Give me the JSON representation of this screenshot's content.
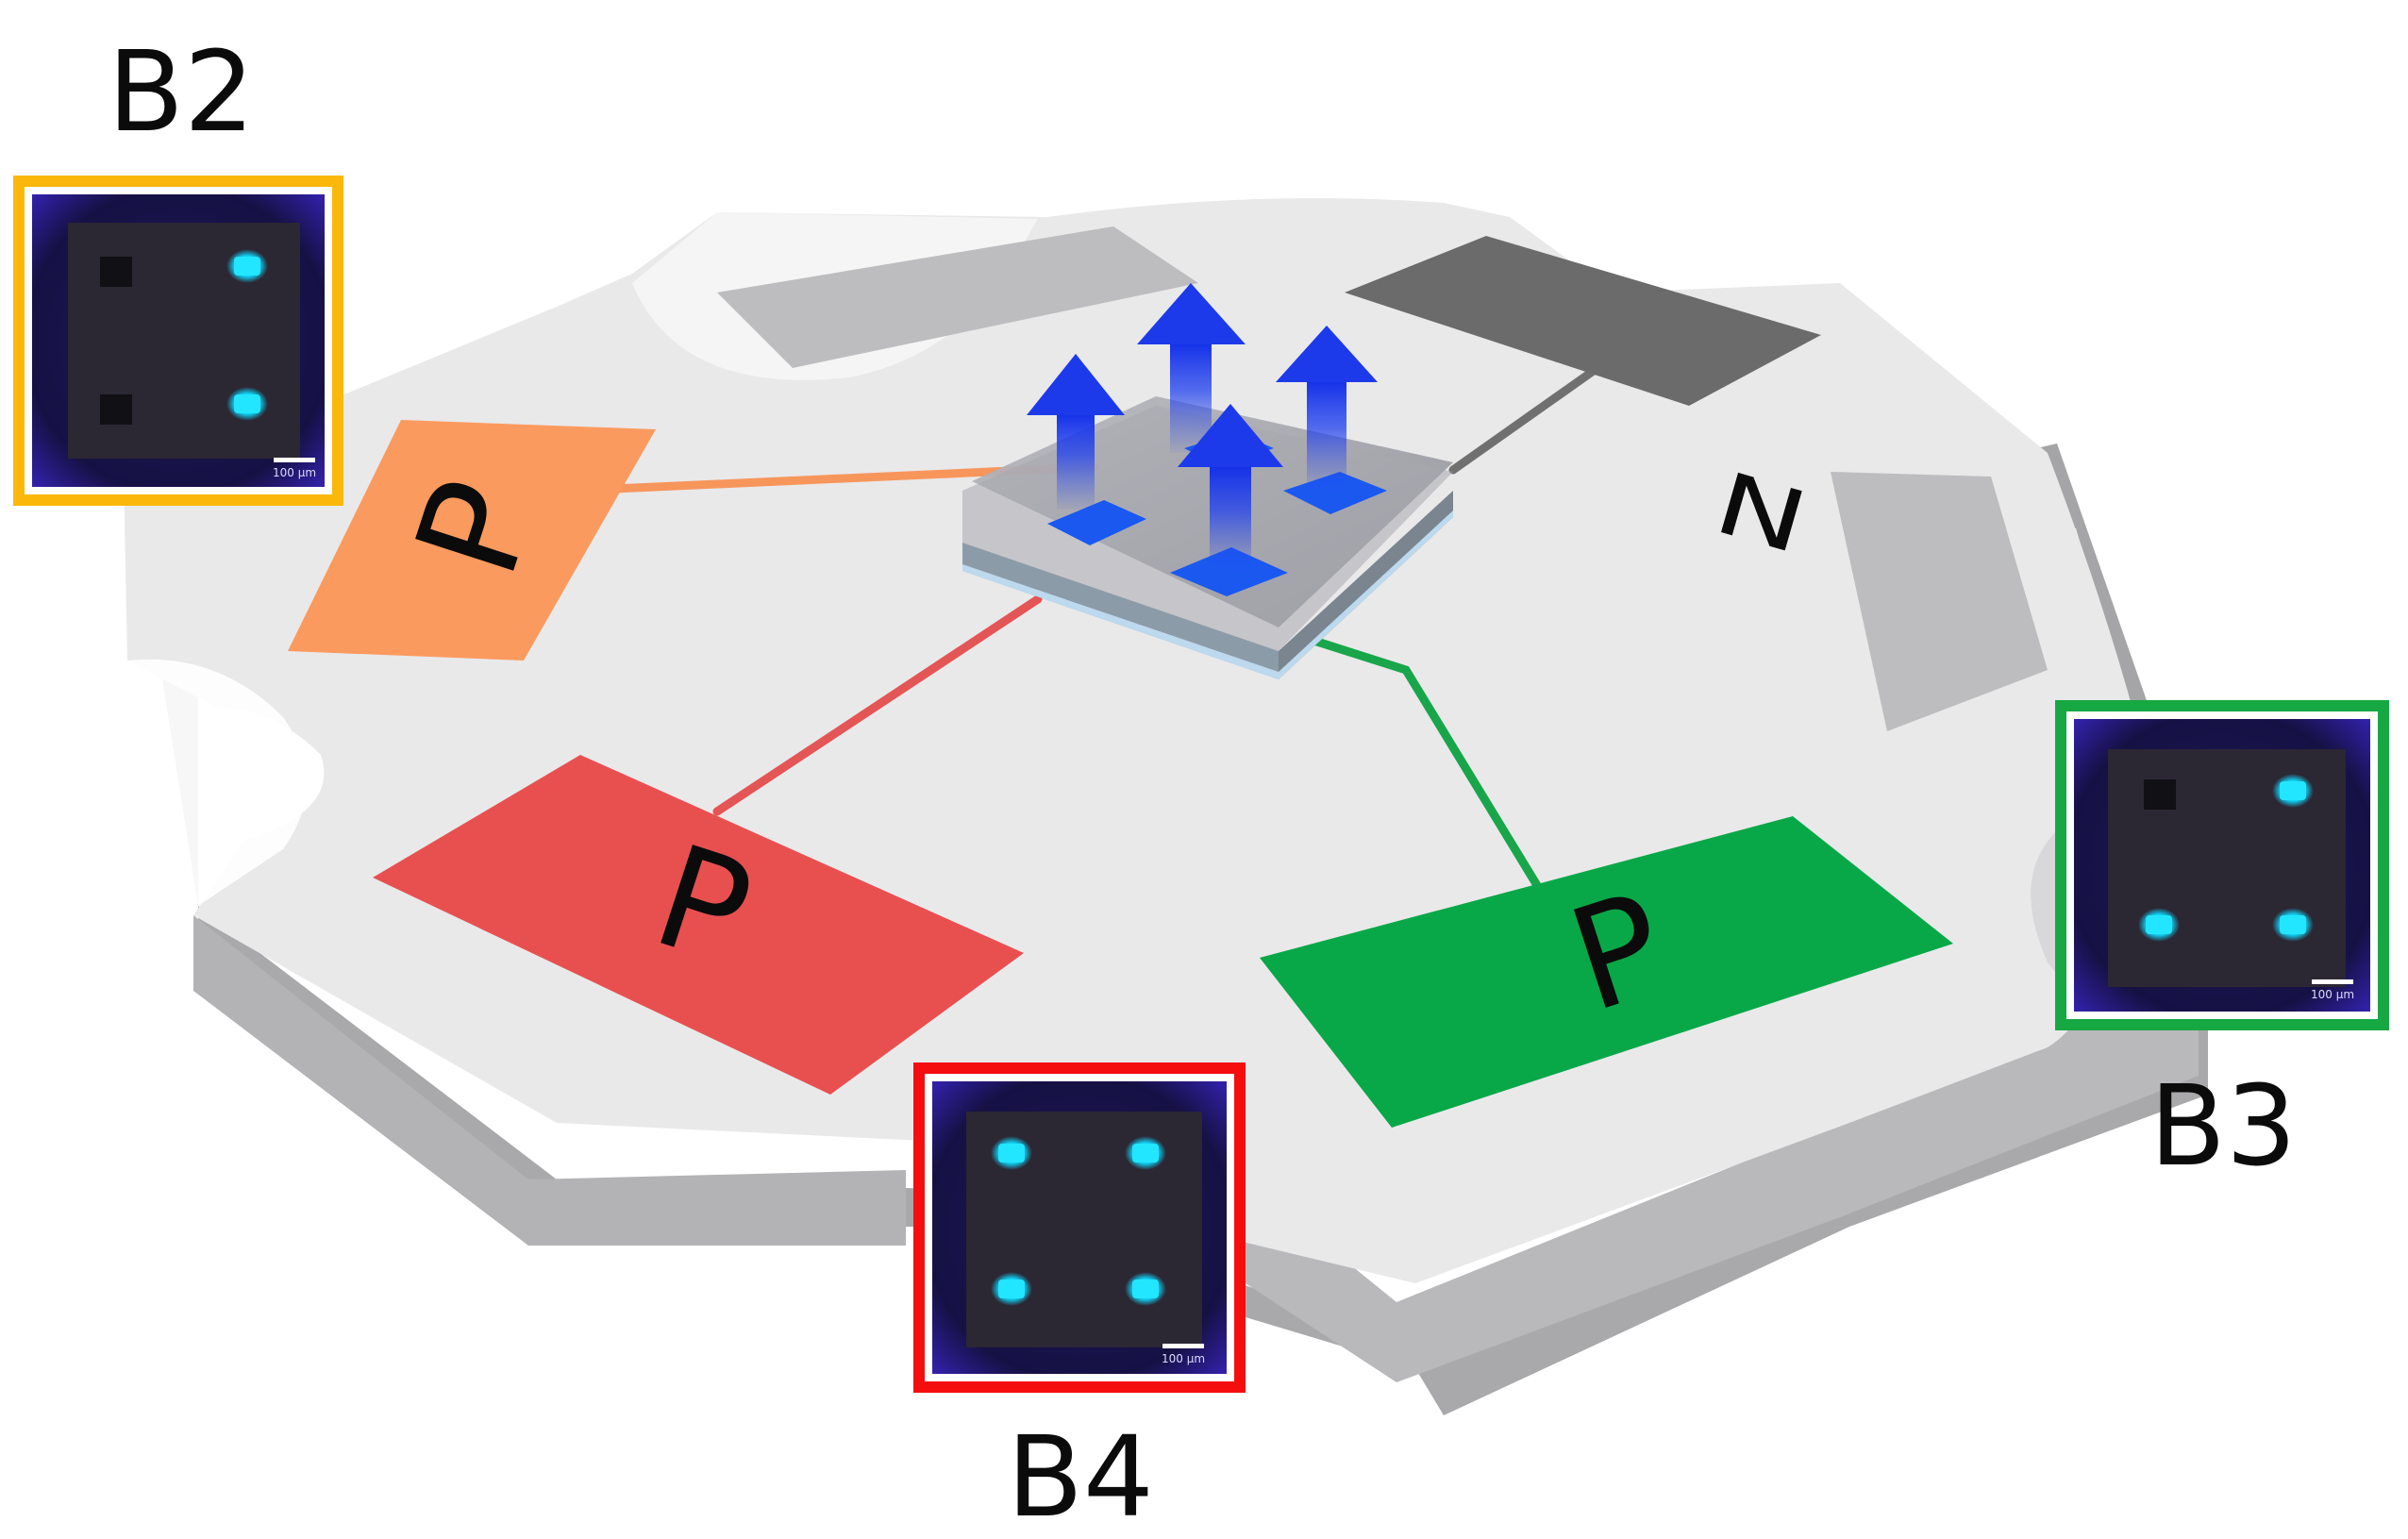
{
  "labels": {
    "b2": "B2",
    "b3": "B3",
    "b4": "B4"
  },
  "pads": {
    "orange": "P",
    "red": "P",
    "green": "P",
    "dark": "N"
  },
  "scale_bar": "100 µm",
  "colors": {
    "orange_pad": "#fb9a5e",
    "red_pad": "#e85050",
    "green_pad": "#08a848",
    "n_pad": "#6b6b6b",
    "frame_b2": "#fbb80a",
    "frame_b3": "#16a843",
    "frame_b4": "#f40e0e",
    "emission": "#10d9f6",
    "arrow_blue": "#1a38e6",
    "board": "#e9e9ea"
  },
  "icons": {
    "emission_arrow": "up-arrow-icon"
  }
}
